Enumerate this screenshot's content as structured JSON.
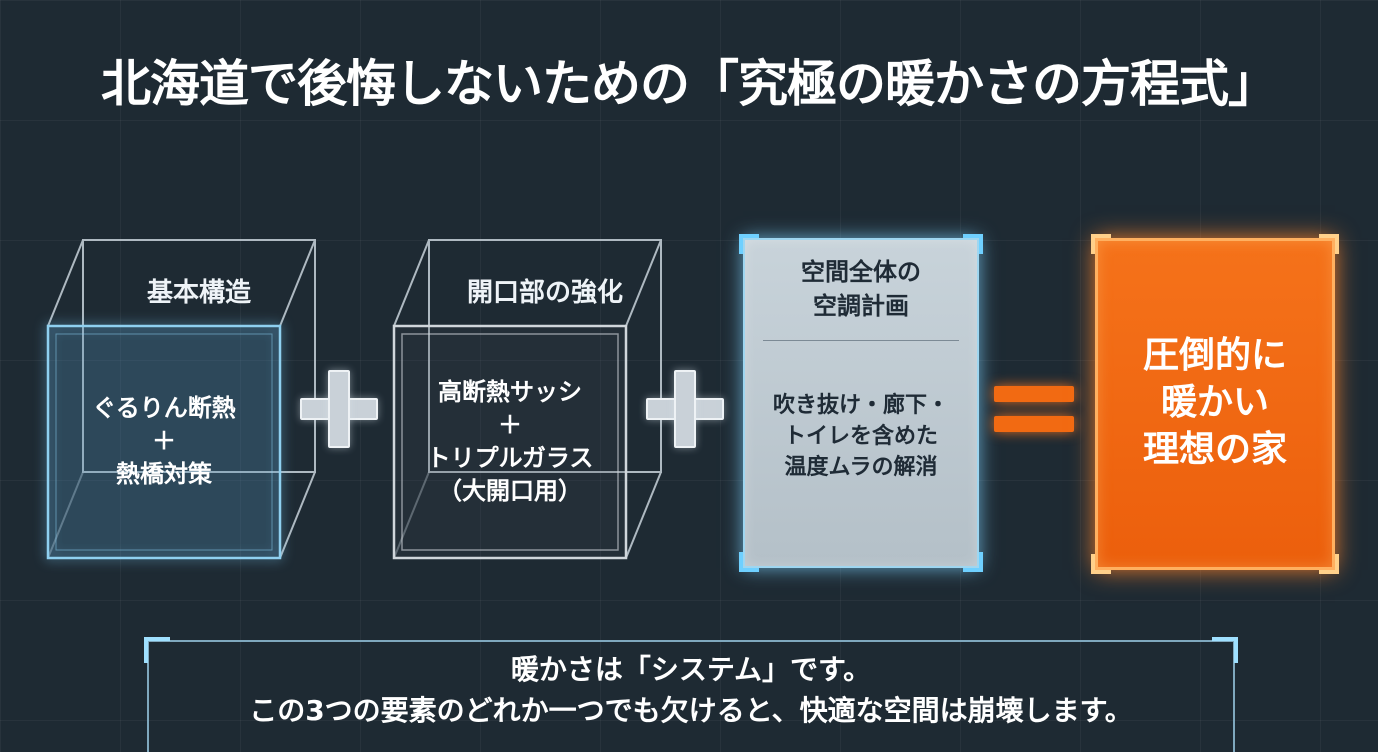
{
  "title": "北海道で後悔しないための「究極の暖かさの方程式」",
  "elements": [
    {
      "heading": "基本構造",
      "body_lines": [
        "ぐるりん断熱",
        "＋",
        "熱橋対策"
      ]
    },
    {
      "heading": "開口部の強化",
      "body_lines": [
        "高断熱サッシ",
        "＋",
        "トリプルガラス",
        "（大開口用）"
      ]
    },
    {
      "heading_lines": [
        "空間全体の",
        "空調計画"
      ],
      "body_lines": [
        "吹き抜け・廊下・",
        "トイレを含めた",
        "温度ムラの解消"
      ]
    }
  ],
  "result": {
    "lines": [
      "圧倒的に",
      "暖かい",
      "理想の家"
    ]
  },
  "message": {
    "lines": [
      "暖かさは「システム」です。",
      "この3つの要素のどれか一つでも欠けると、快適な空間は崩壊します。"
    ]
  },
  "colors": {
    "background": "#1e2a33",
    "cube_line": "#c8d2da",
    "cube_front_glow": "#7fc8ee",
    "panel_glow": "#9fd6f0",
    "result_orange": "#f26a12",
    "frame": "#7fa8be"
  },
  "icons": {
    "plus": "plus-icon",
    "equals": "equals-icon"
  }
}
